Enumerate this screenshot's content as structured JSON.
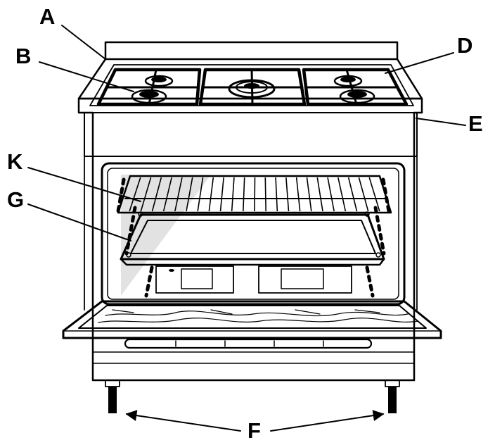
{
  "labels": {
    "A": "A",
    "B": "B",
    "D": "D",
    "E": "E",
    "K": "K",
    "G": "G",
    "F": "F"
  },
  "colors": {
    "line": "#000000",
    "glass": "#e2e2e2",
    "background": "#ffffff"
  }
}
